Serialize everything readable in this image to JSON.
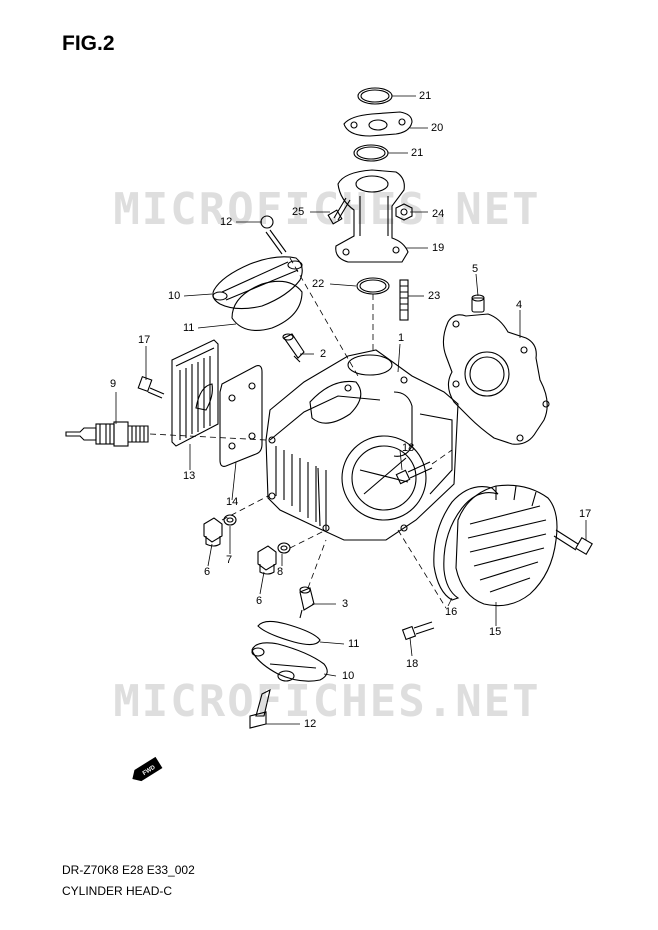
{
  "figure": {
    "title": "FIG.2",
    "watermark": "MICROFICHES.NET",
    "footer_code": "DR-Z70K8 E28 E33_002",
    "footer_name": "CYLINDER HEAD-C",
    "fwd_badge": "FWD"
  },
  "callouts": [
    {
      "id": "c21a",
      "label": "21"
    },
    {
      "id": "c20",
      "label": "20"
    },
    {
      "id": "c21b",
      "label": "21"
    },
    {
      "id": "c25",
      "label": "25"
    },
    {
      "id": "c24",
      "label": "24"
    },
    {
      "id": "c12a",
      "label": "12"
    },
    {
      "id": "c19",
      "label": "19"
    },
    {
      "id": "c5",
      "label": "5"
    },
    {
      "id": "c22",
      "label": "22"
    },
    {
      "id": "c23",
      "label": "23"
    },
    {
      "id": "c10a",
      "label": "10"
    },
    {
      "id": "c4",
      "label": "4"
    },
    {
      "id": "c11a",
      "label": "11"
    },
    {
      "id": "c17a",
      "label": "17"
    },
    {
      "id": "c1",
      "label": "1"
    },
    {
      "id": "c2",
      "label": "2"
    },
    {
      "id": "c9",
      "label": "9"
    },
    {
      "id": "c18a",
      "label": "18"
    },
    {
      "id": "c13",
      "label": "13"
    },
    {
      "id": "c14",
      "label": "14"
    },
    {
      "id": "c17b",
      "label": "17"
    },
    {
      "id": "c7",
      "label": "7"
    },
    {
      "id": "c6a",
      "label": "6"
    },
    {
      "id": "c8",
      "label": "8"
    },
    {
      "id": "c6b",
      "label": "6"
    },
    {
      "id": "c3",
      "label": "3"
    },
    {
      "id": "c16",
      "label": "16"
    },
    {
      "id": "c15",
      "label": "15"
    },
    {
      "id": "c11b",
      "label": "11"
    },
    {
      "id": "c18b",
      "label": "18"
    },
    {
      "id": "c10b",
      "label": "10"
    },
    {
      "id": "c12b",
      "label": "12"
    }
  ]
}
